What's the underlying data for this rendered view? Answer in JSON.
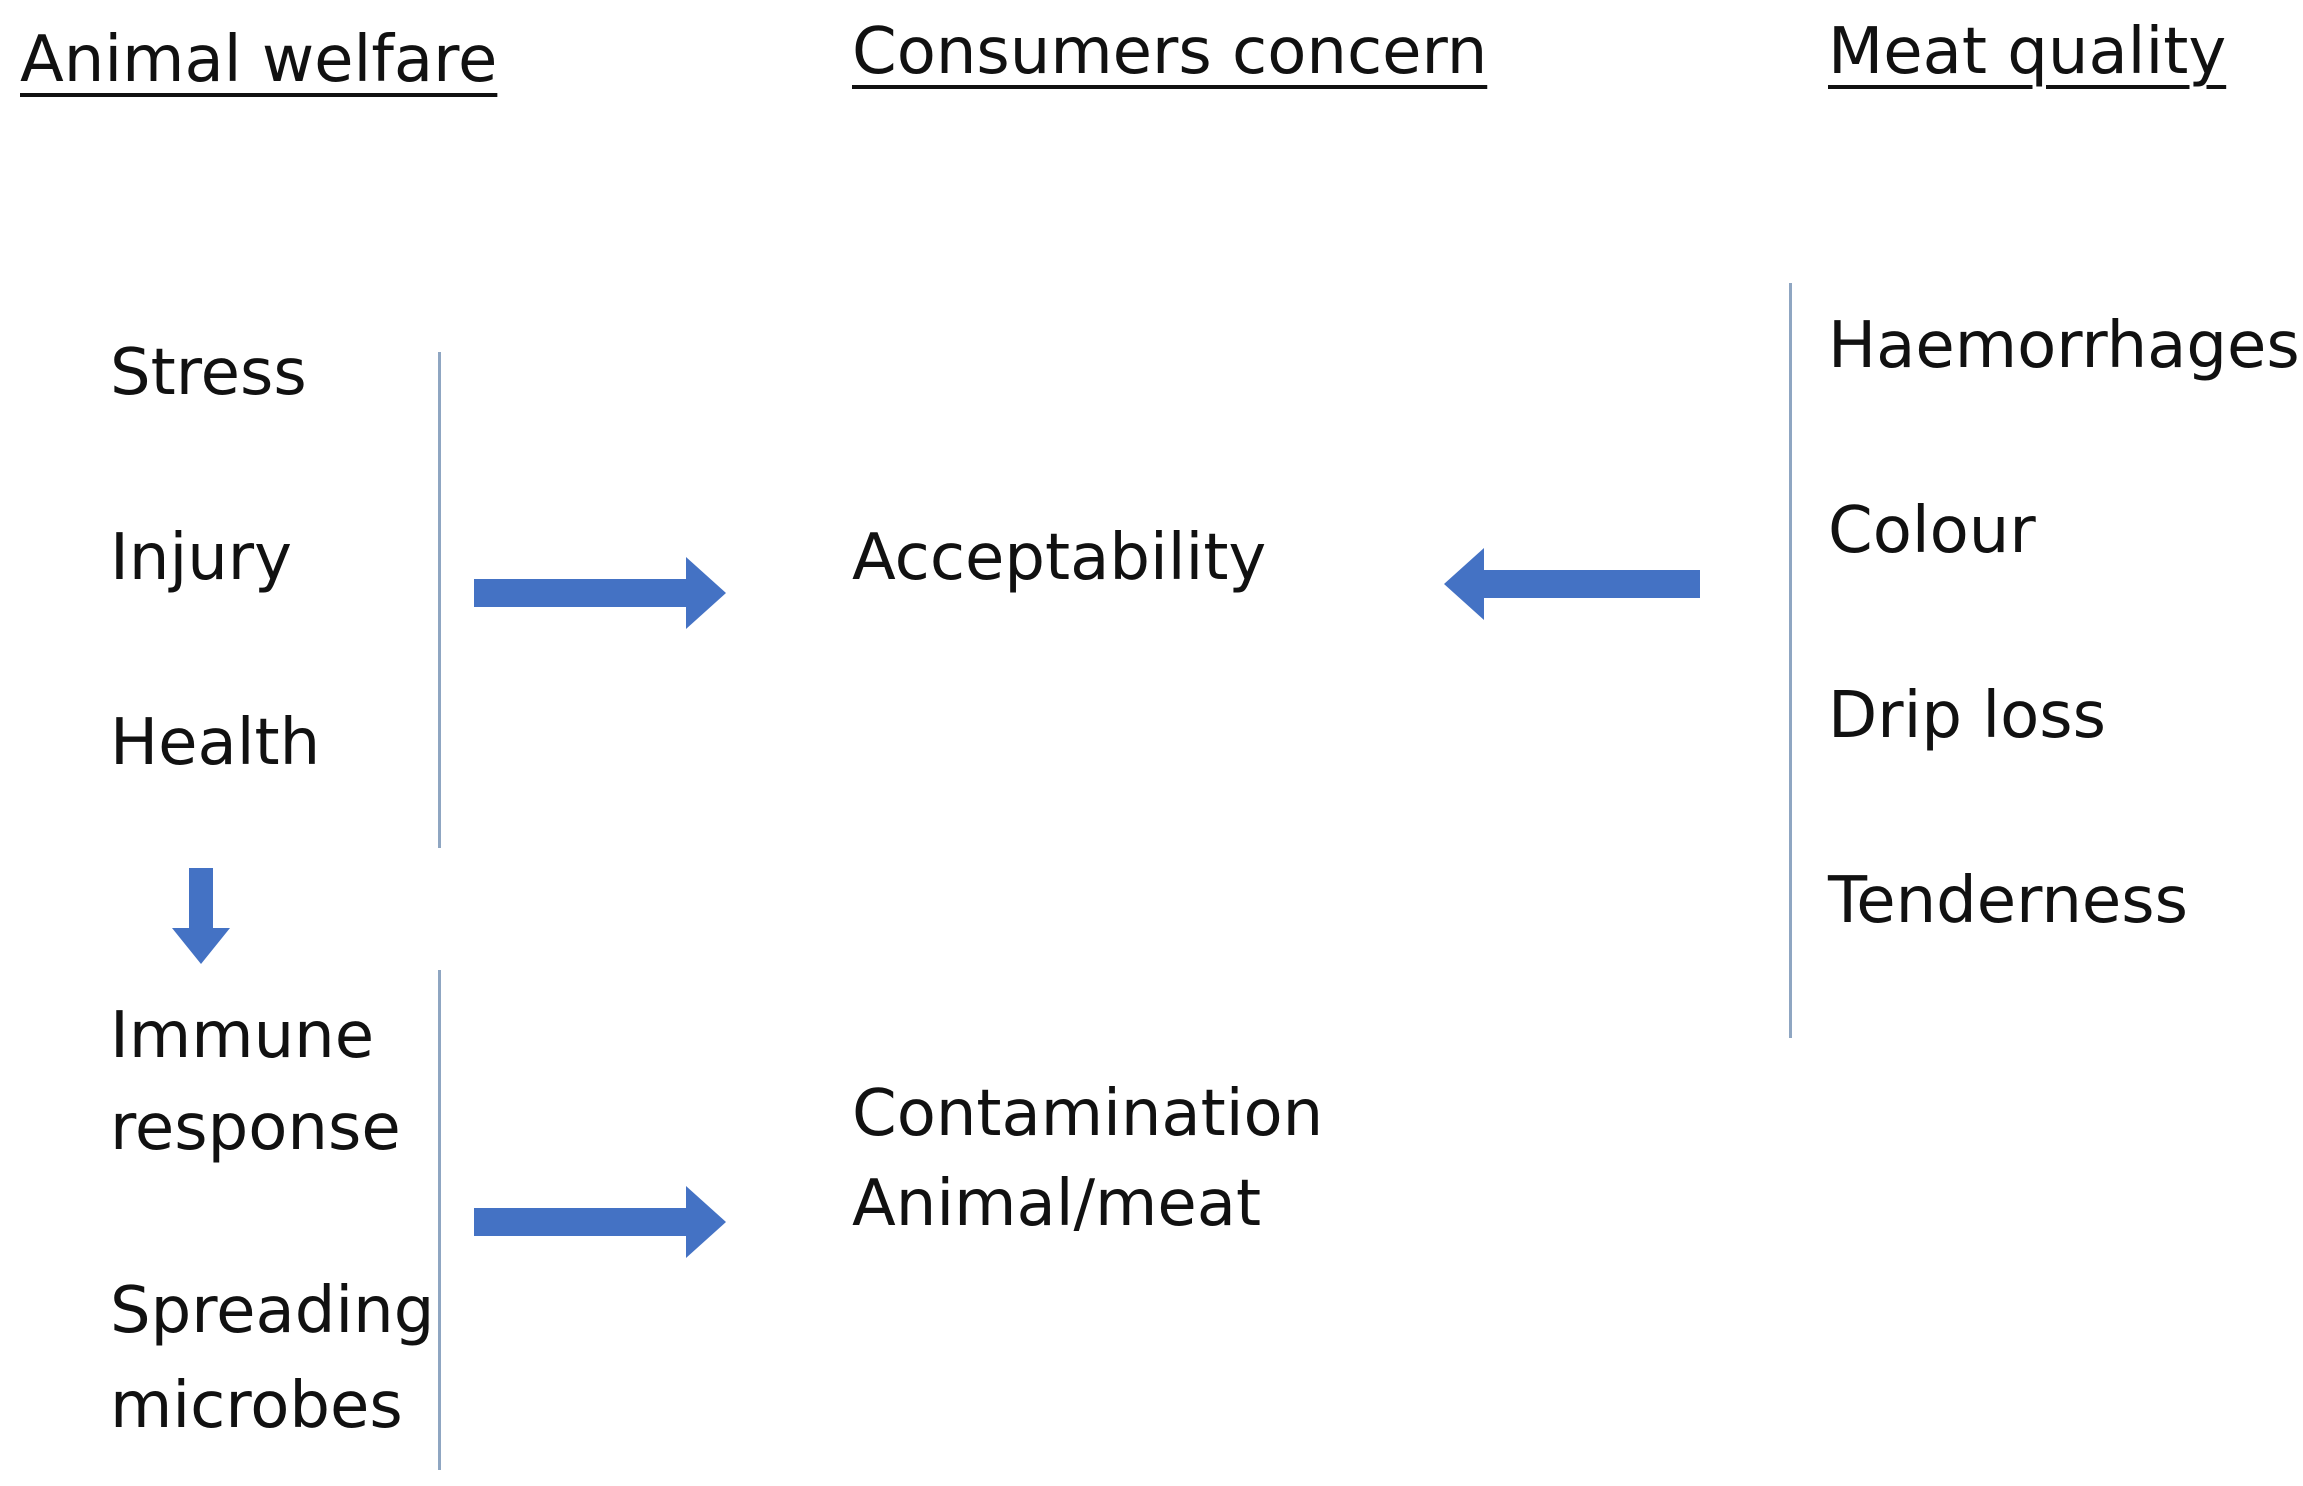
{
  "headers": {
    "animal_welfare": "Animal welfare",
    "consumers_concern": "Consumers concern",
    "meat_quality": "Meat quality"
  },
  "animal_welfare": {
    "items": [
      "Stress",
      "Injury",
      "Health"
    ],
    "lower_items": [
      [
        "Immune",
        "response"
      ],
      [
        "Spreading",
        "microbes"
      ]
    ]
  },
  "consumers_concern": {
    "acceptability": "Acceptability",
    "contamination": [
      "Contamination",
      "Animal/meat"
    ]
  },
  "meat_quality": {
    "items": [
      "Haemorrhages",
      "Colour",
      "Drip loss",
      "Tenderness"
    ]
  },
  "colors": {
    "arrow": "#4472c4",
    "divider": "#8fa6c2"
  }
}
